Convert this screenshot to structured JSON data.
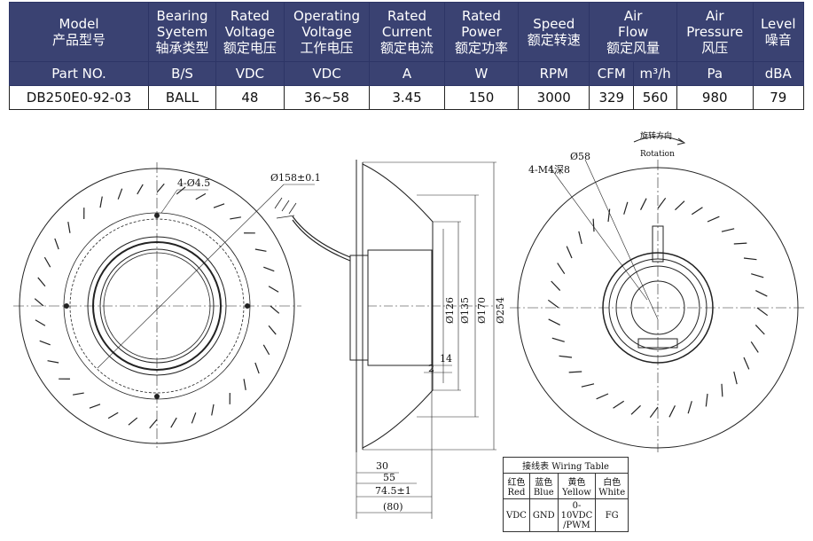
{
  "spec_table": {
    "headers": [
      {
        "en": [
          "Model"
        ],
        "cn": "产品型号"
      },
      {
        "en": [
          "Bearing",
          "Syetem"
        ],
        "cn": "轴承类型"
      },
      {
        "en": [
          "Rated",
          "Voltage"
        ],
        "cn": "额定电压"
      },
      {
        "en": [
          "Operating",
          "Voltage"
        ],
        "cn": "工作电压"
      },
      {
        "en": [
          "Rated",
          "Current"
        ],
        "cn": "额定电流"
      },
      {
        "en": [
          "Rated",
          "Power"
        ],
        "cn": "额定功率"
      },
      {
        "en": [
          "Speed"
        ],
        "cn": "额定转速"
      },
      {
        "en": [
          "Air",
          "Flow"
        ],
        "cn": "额定风量"
      },
      {
        "en": [
          "Air",
          "Pressure"
        ],
        "cn": "风压"
      },
      {
        "en": [
          "Level"
        ],
        "cn": "噪音"
      }
    ],
    "units": [
      "Part NO.",
      "B/S",
      "VDC",
      "VDC",
      "A",
      "W",
      "RPM",
      "CFM",
      "m³/h",
      "Pa",
      "dBA"
    ],
    "values": [
      "DB250E0-92-03",
      "BALL",
      "48",
      "36~58",
      "3.45",
      "150",
      "3000",
      "329",
      "560",
      "980",
      "79"
    ]
  },
  "drawing_labels": {
    "holes": "4-Ø4.5",
    "outer_dia": "Ø158±0.1",
    "d126": "Ø126",
    "d135": "Ø135",
    "d170": "Ø170",
    "d254": "Ø254",
    "dim14": "14",
    "dim2": "2",
    "dim30": "30",
    "dim55": "55",
    "dim745": "74.5±1",
    "dim80": "(80)",
    "d58": "Ø58",
    "m4": "4-M4深8",
    "rot_cn": "旋转方向",
    "rot_en": "Rotation"
  },
  "wiring_table": {
    "title": "接线表 Wiring Table",
    "colors_cn": [
      "红色",
      "蓝色",
      "黄色",
      "白色"
    ],
    "colors_en": [
      "Red",
      "Blue",
      "Yellow",
      "White"
    ],
    "functions": [
      "VDC",
      "GND",
      "0-10VDC /PWM",
      "FG"
    ]
  }
}
